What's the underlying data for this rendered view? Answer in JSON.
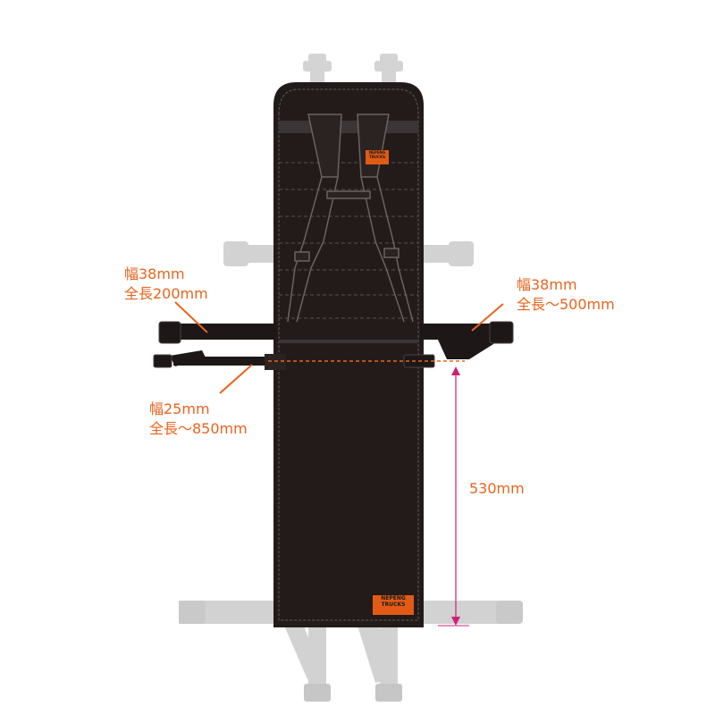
{
  "callouts": {
    "top_left": {
      "width": "幅38mm",
      "length": "全長200mm"
    },
    "top_right": {
      "width": "幅38mm",
      "length": "全長～500mm"
    },
    "lower_left": {
      "width": "幅25mm",
      "length": "全長～850mm"
    }
  },
  "dimension": {
    "label": "530mm"
  },
  "brand_tag": {
    "line1": "NEPENG",
    "line2": "TRUCKS"
  },
  "colors": {
    "callout": "#e8641e",
    "board": "#221b1a",
    "ghost_strap": "#d0d0d0",
    "orange_tag": "#e25a16",
    "dimension_line": "#cc2277"
  },
  "icons": [
    "buckle-icon",
    "shoulder-strap-icon"
  ]
}
